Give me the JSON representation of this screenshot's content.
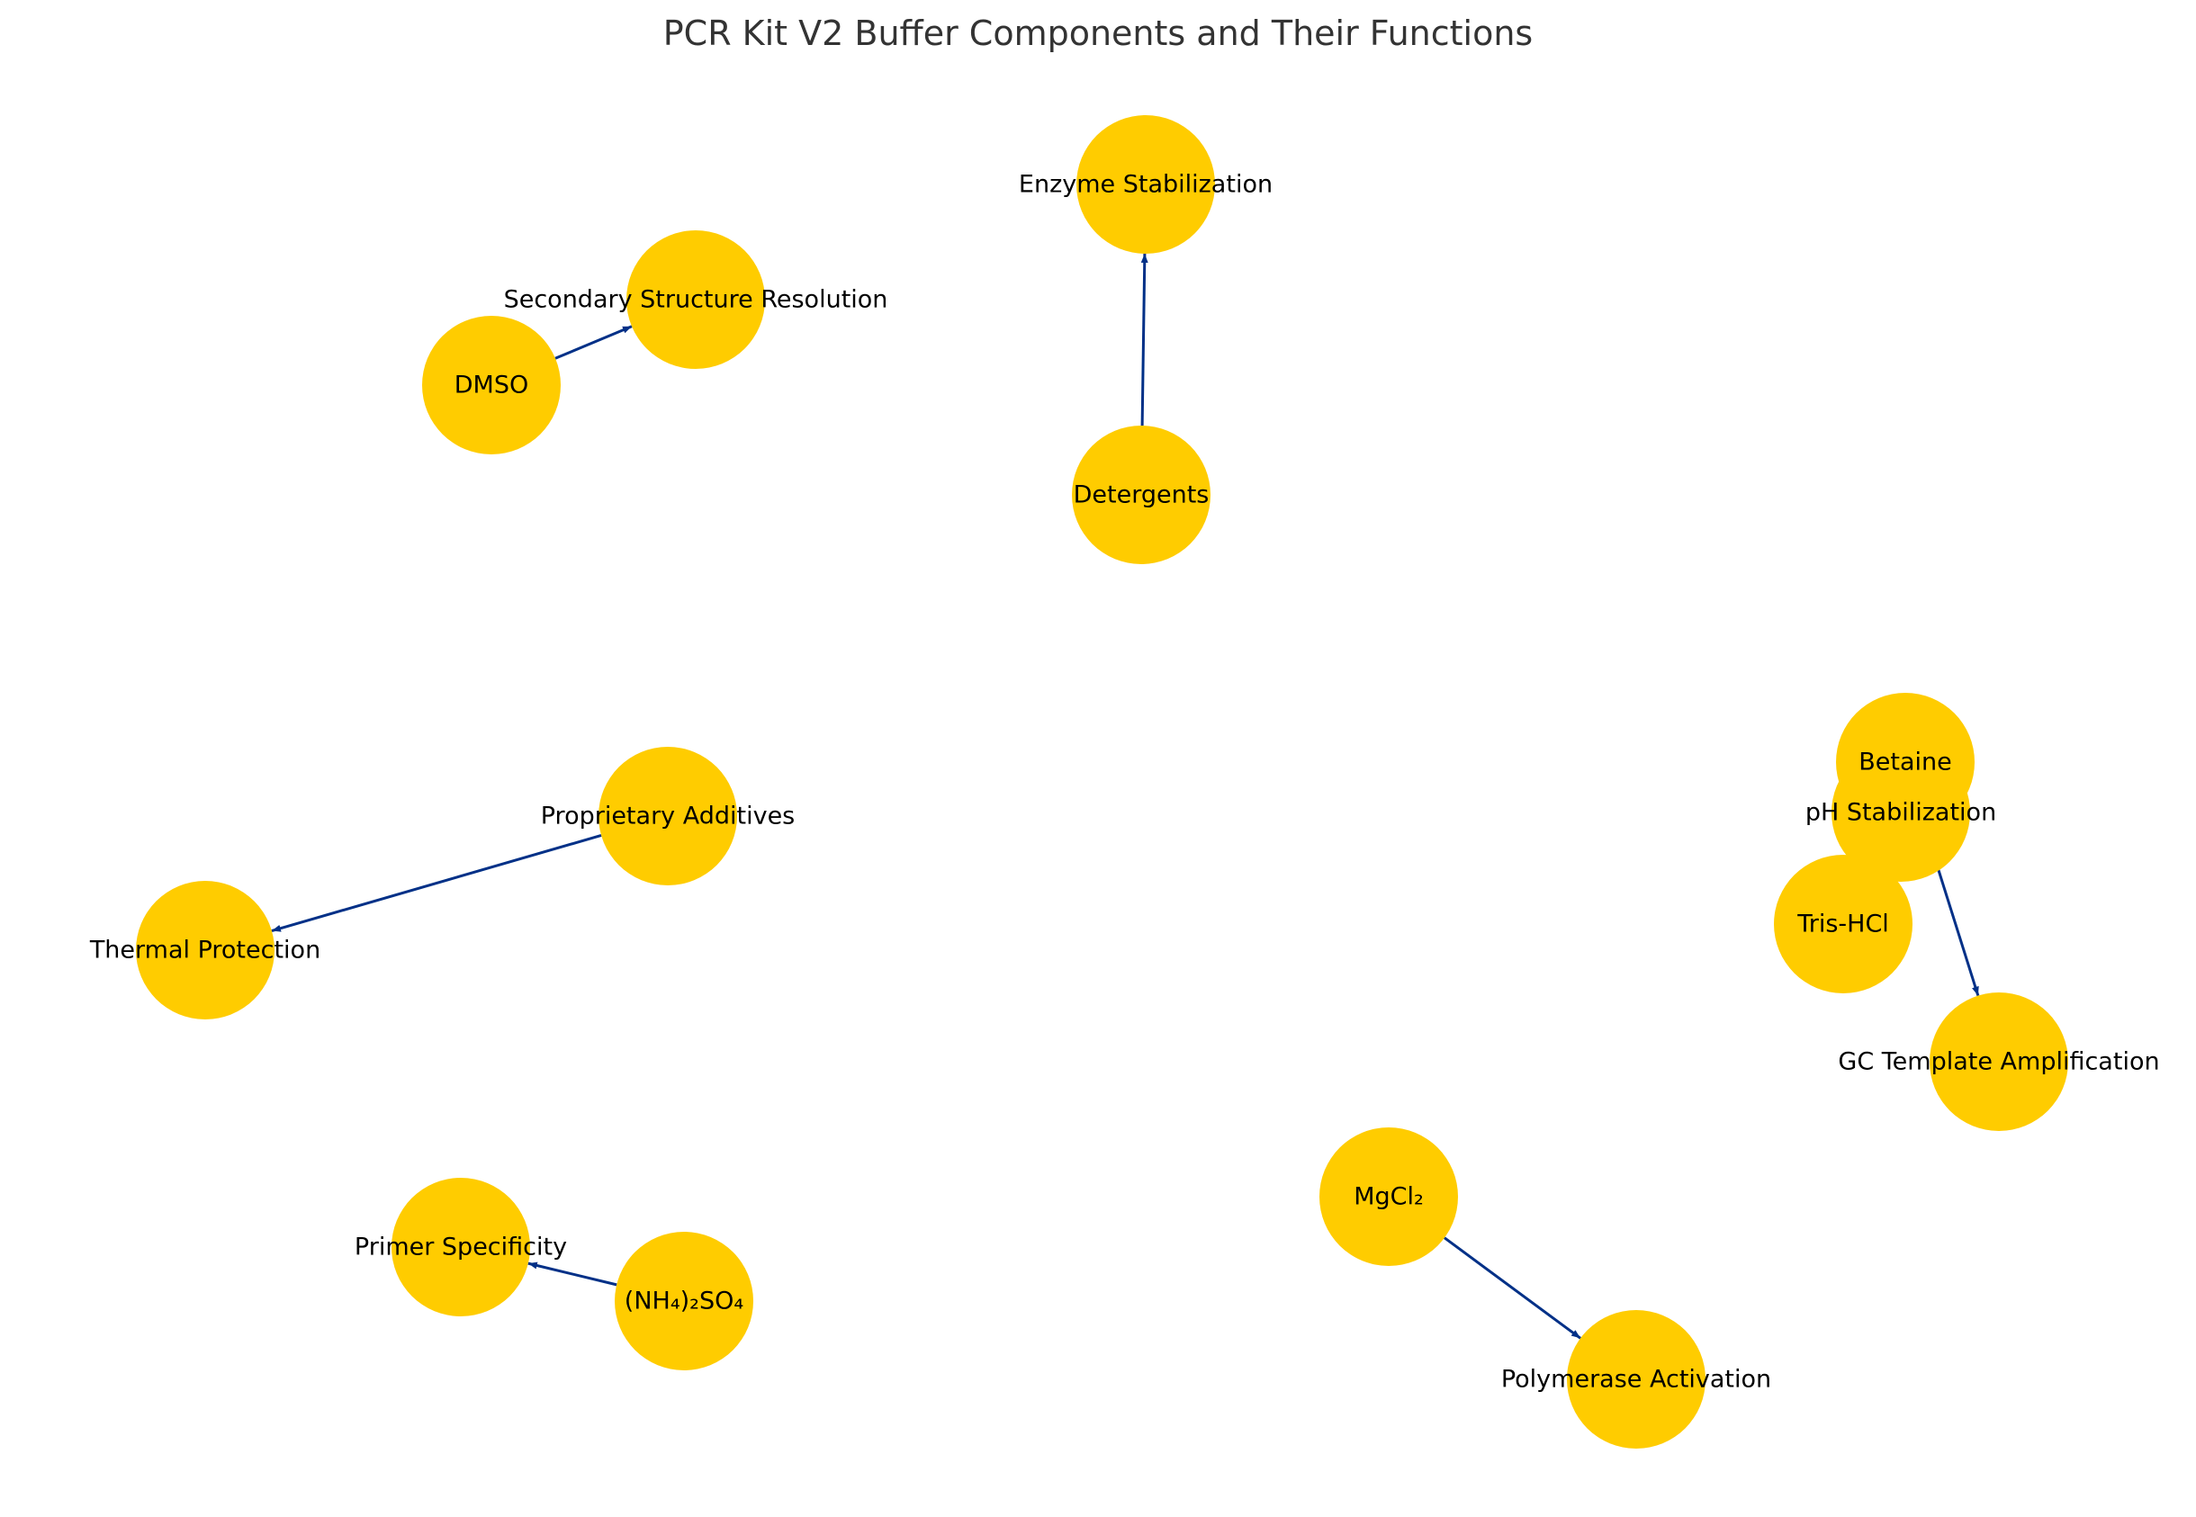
{
  "title": "PCR Kit V2 Buffer Components and Their Functions",
  "colors": {
    "node_fill": "#ffcc00",
    "edge": "#003087",
    "title": "#333333",
    "label": "#000000"
  },
  "nodes": [
    {
      "id": "enzyme",
      "label": "Enzyme Stabilization"
    },
    {
      "id": "secondary",
      "label": "Secondary Structure Resolution"
    },
    {
      "id": "dmso",
      "label": "DMSO"
    },
    {
      "id": "detergents",
      "label": "Detergents"
    },
    {
      "id": "betaine",
      "label": "Betaine"
    },
    {
      "id": "ph",
      "label": "pH Stabilization"
    },
    {
      "id": "prop",
      "label": "Proprietary Additives"
    },
    {
      "id": "tris",
      "label": "Tris-HCl"
    },
    {
      "id": "thermal",
      "label": "Thermal Protection"
    },
    {
      "id": "gc",
      "label": "GC Template Amplification"
    },
    {
      "id": "mgcl2",
      "label": "MgCl₂"
    },
    {
      "id": "primer",
      "label": "Primer Specificity"
    },
    {
      "id": "nh4",
      "label": "(NH₄)₂SO₄"
    },
    {
      "id": "polymerase",
      "label": "Polymerase Activation"
    }
  ],
  "edges": [
    {
      "from": "dmso",
      "to": "secondary"
    },
    {
      "from": "detergents",
      "to": "enzyme"
    },
    {
      "from": "prop",
      "to": "thermal"
    },
    {
      "from": "betaine",
      "to": "gc"
    },
    {
      "from": "nh4",
      "to": "primer"
    },
    {
      "from": "mgcl2",
      "to": "polymerase"
    }
  ]
}
